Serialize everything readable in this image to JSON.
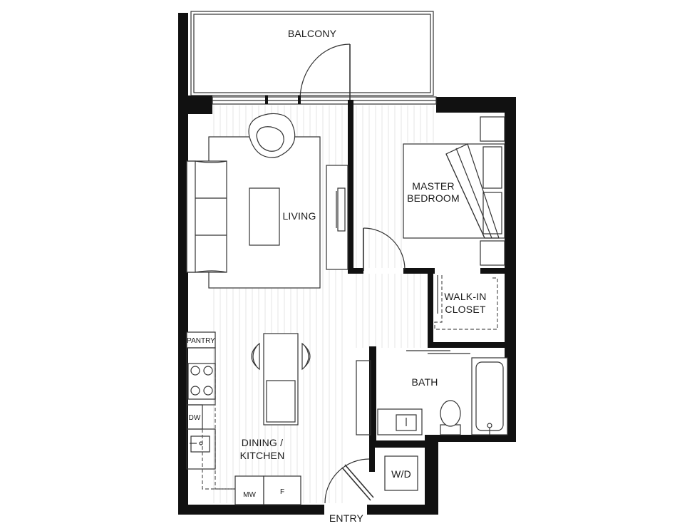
{
  "rooms": {
    "balcony": "BALCONY",
    "living": "LIVING",
    "master_bedroom_line1": "MASTER",
    "master_bedroom_line2": "BEDROOM",
    "walkin_line1": "WALK-IN",
    "walkin_line2": "CLOSET",
    "bath": "BATH",
    "dining_line1": "DINING /",
    "dining_line2": "KITCHEN",
    "entry": "ENTRY"
  },
  "fixtures": {
    "pantry": "PANTRY",
    "dishwasher": "DW",
    "microwave": "MW",
    "fridge": "F",
    "washer_dryer": "W/D"
  },
  "colors": {
    "wall": "#111111",
    "line": "#333333",
    "floor_hatch": "#e6e6e6",
    "background": "#ffffff"
  }
}
